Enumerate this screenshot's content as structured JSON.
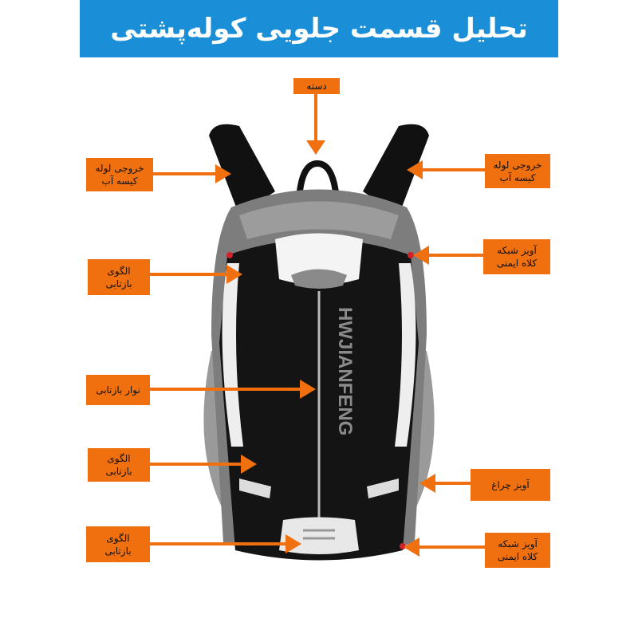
{
  "title": "تحلیل قسمت جلویی کوله‌پشتی",
  "brand_text": "HWJIANFENG",
  "accent_color": "#f07010",
  "title_color": "#1a8fd8",
  "callouts": {
    "handle": {
      "line1": "دسته"
    },
    "hose_left": {
      "line1": "خروجی لوله",
      "line2": "کیسه آب"
    },
    "hose_right": {
      "line1": "خروجی لوله",
      "line2": "کیسه آب"
    },
    "reflect_top": {
      "line1": "الگوی",
      "line2": "بازتابی"
    },
    "helmet_top": {
      "line1": "آویز شبکه",
      "line2": "کلاه ایمنی"
    },
    "reflective_strip": {
      "line1": "نوار بازتابی"
    },
    "reflect_mid": {
      "line1": "الگوی",
      "line2": "بازتابی"
    },
    "light_hanger": {
      "line1": "آویز چراغ"
    },
    "reflect_bottom": {
      "line1": "الگوی",
      "line2": "بازتابی"
    },
    "helmet_bottom": {
      "line1": "آویز شبکه",
      "line2": "کلاه ایمنی"
    }
  }
}
